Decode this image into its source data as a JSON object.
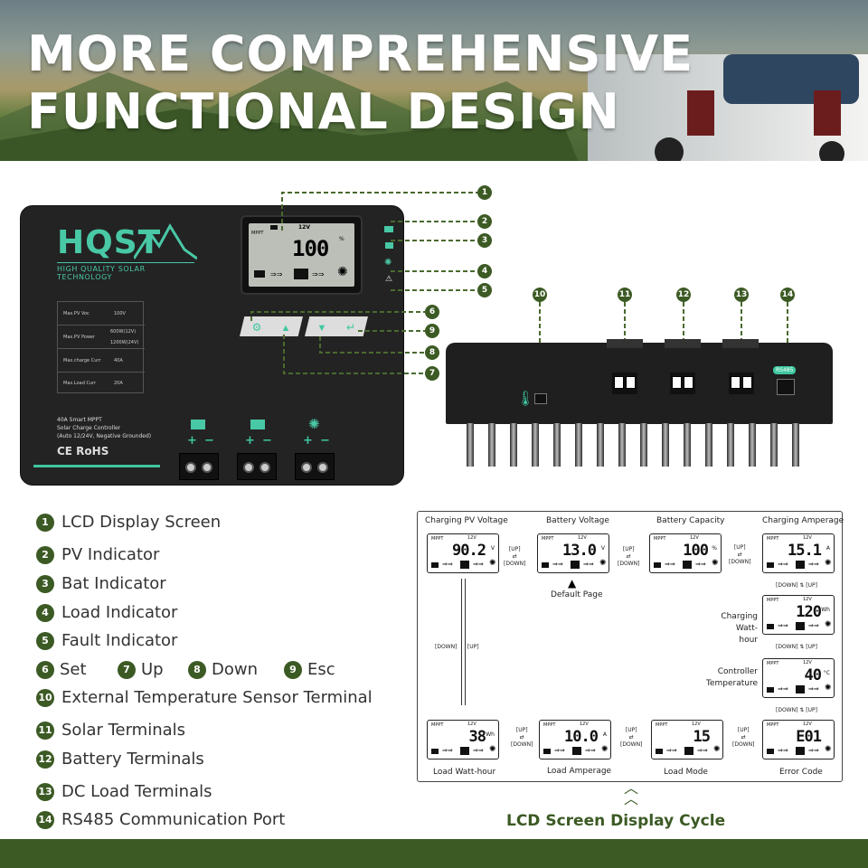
{
  "header": {
    "line1": "MORE COMPREHENSIVE",
    "line2": "FUNCTIONAL DESIGN"
  },
  "controller": {
    "brand": "HQST",
    "tagline": "HIGH QUALITY SOLAR TECHNOLOGY",
    "lcd": {
      "voltage_tag": "12V",
      "mode": "MPPT",
      "value": "100",
      "unit": "%"
    },
    "specs": [
      {
        "label": "Max.PV Voc",
        "value": "100V"
      },
      {
        "label": "Max.PV Power",
        "value": "600W(12V)",
        "value2": "1200W(24V)"
      },
      {
        "label": "Max.charge Curr",
        "value": "40A"
      },
      {
        "label": "Max.Load Curr",
        "value": "20A"
      }
    ],
    "description_lines": [
      "40A Smart MPPT",
      "Solar Charge Controller",
      "(Auto 12/24V, Negative Grounded)"
    ],
    "certs": "CE RoHS",
    "plus": "+",
    "minus": "−"
  },
  "side_view": {
    "port_label": "RS485"
  },
  "callouts": [
    "1",
    "2",
    "3",
    "4",
    "5",
    "6",
    "9",
    "8",
    "7",
    "10",
    "11",
    "12",
    "13",
    "14"
  ],
  "legend": [
    {
      "num": "1",
      "label": "LCD Display Screen"
    },
    {
      "num": "2",
      "label": "PV Indicator"
    },
    {
      "num": "3",
      "label": "Bat Indicator"
    },
    {
      "num": "4",
      "label": "Load Indicator"
    },
    {
      "num": "5",
      "label": "Fault Indicator"
    },
    {
      "num": "10",
      "label": "External Temperature Sensor Terminal"
    },
    {
      "num": "11",
      "label": "Solar Terminals"
    },
    {
      "num": "12",
      "label": "Battery Terminals"
    },
    {
      "num": "13",
      "label": "DC Load Terminals"
    },
    {
      "num": "14",
      "label": "RS485 Communication Port"
    }
  ],
  "legend_row": [
    {
      "num": "6",
      "label": "Set"
    },
    {
      "num": "7",
      "label": "Up"
    },
    {
      "num": "8",
      "label": "Down"
    },
    {
      "num": "9",
      "label": "Esc"
    }
  ],
  "cycle": {
    "title": "LCD Screen Display Cycle",
    "up": "[UP]",
    "down": "[DOWN]",
    "default_page": "Default Page",
    "screens": [
      {
        "caption": "Charging PV Voltage",
        "value": "90.2",
        "unit": "V"
      },
      {
        "caption": "Battery Voltage",
        "value": "13.0",
        "unit": "V"
      },
      {
        "caption": "Battery Capacity",
        "value": "100",
        "unit": "%"
      },
      {
        "caption": "Charging Amperage",
        "value": "15.1",
        "unit": "A"
      },
      {
        "caption": "Charging Watt-hour",
        "value": "120",
        "unit": "Wh"
      },
      {
        "caption": "Controller Temperature",
        "value": "40",
        "unit": "°C"
      },
      {
        "caption": "Load Watt-hour",
        "value": "38",
        "unit": "Wh"
      },
      {
        "caption": "Load Amperage",
        "value": "10.0",
        "unit": "A"
      },
      {
        "caption": "Load Mode",
        "value": "15",
        "unit": ""
      },
      {
        "caption": "Error Code",
        "value": "E01",
        "unit": ""
      }
    ],
    "mode_tag": "MPPT",
    "volt_tag": "12V"
  }
}
